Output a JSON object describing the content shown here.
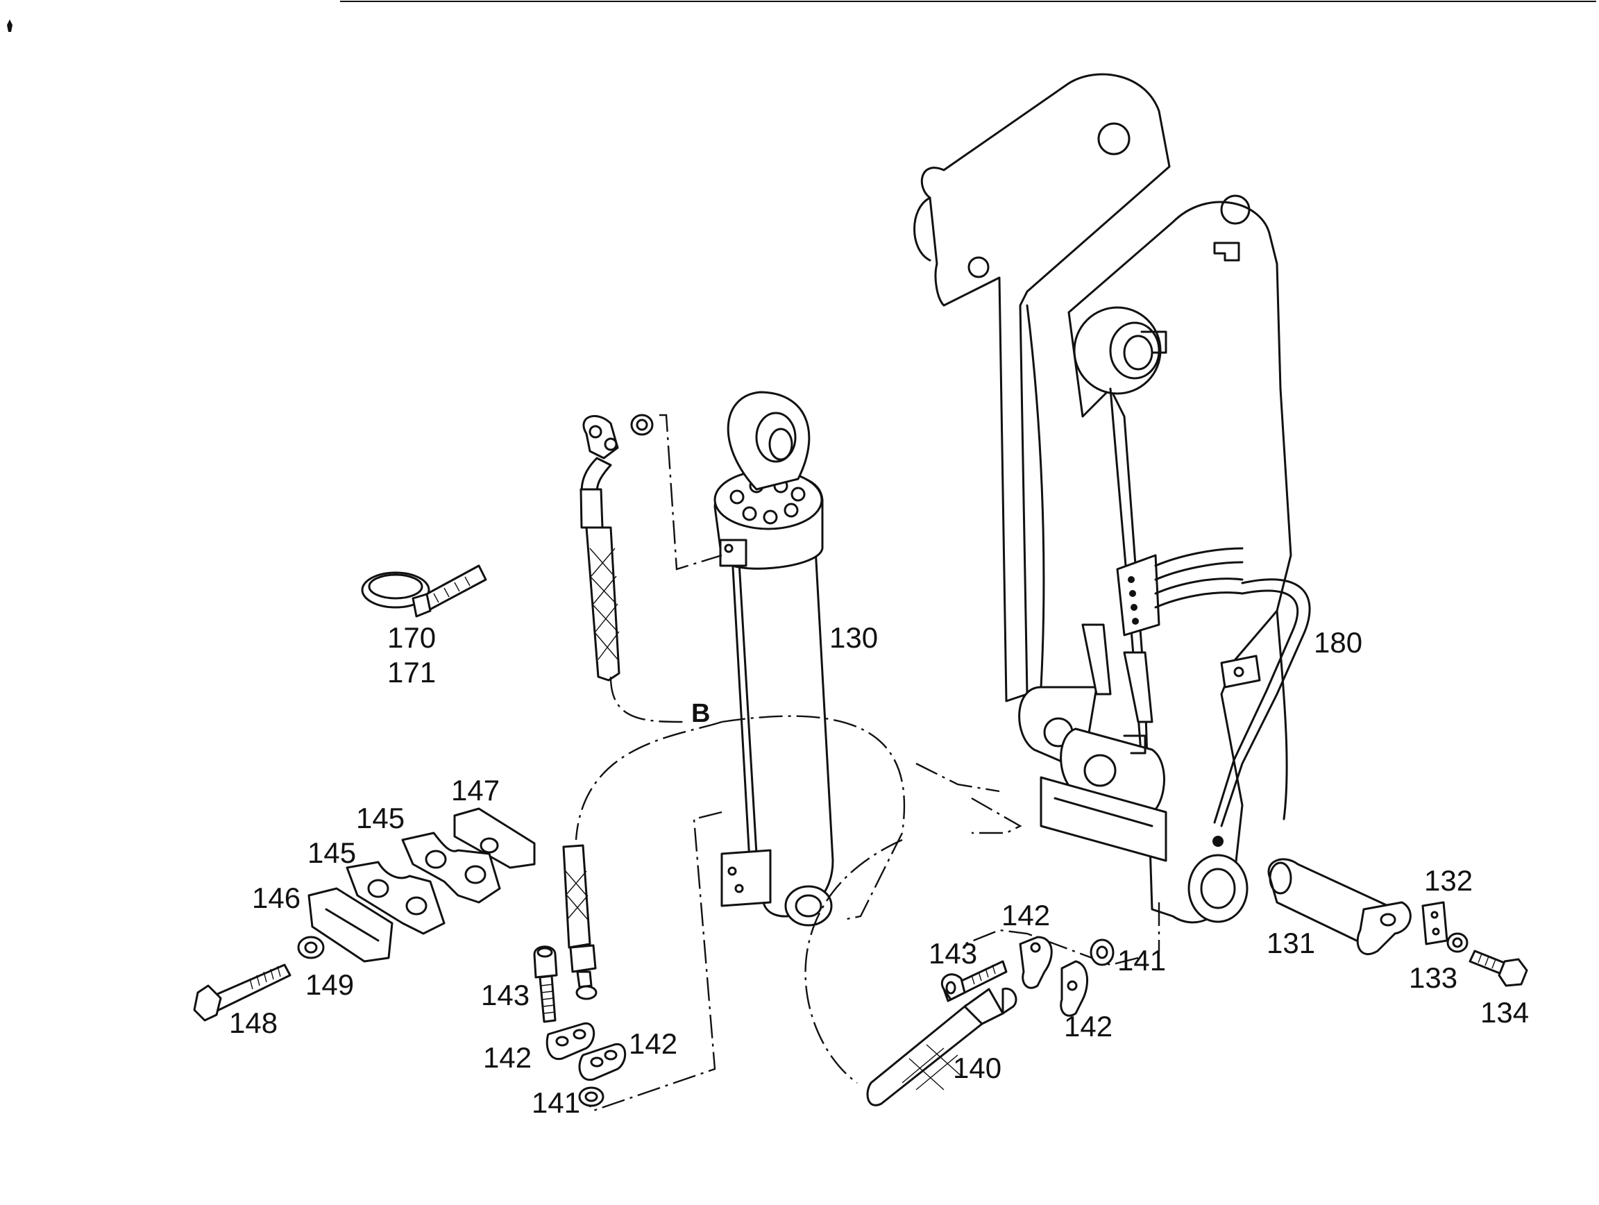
{
  "labels": {
    "p130": "130",
    "p131": "131",
    "p132": "132",
    "p133": "133",
    "p134": "134",
    "p140": "140",
    "p141a": "141",
    "p141b": "141",
    "p142a": "142",
    "p142b": "142",
    "p142c": "142",
    "p142d": "142",
    "p143a": "143",
    "p143b": "143",
    "p145a": "145",
    "p145b": "145",
    "p146": "146",
    "p147": "147",
    "p148": "148",
    "p149": "149",
    "p170": "170",
    "p171": "171",
    "p180": "180",
    "connector_b": "B"
  }
}
